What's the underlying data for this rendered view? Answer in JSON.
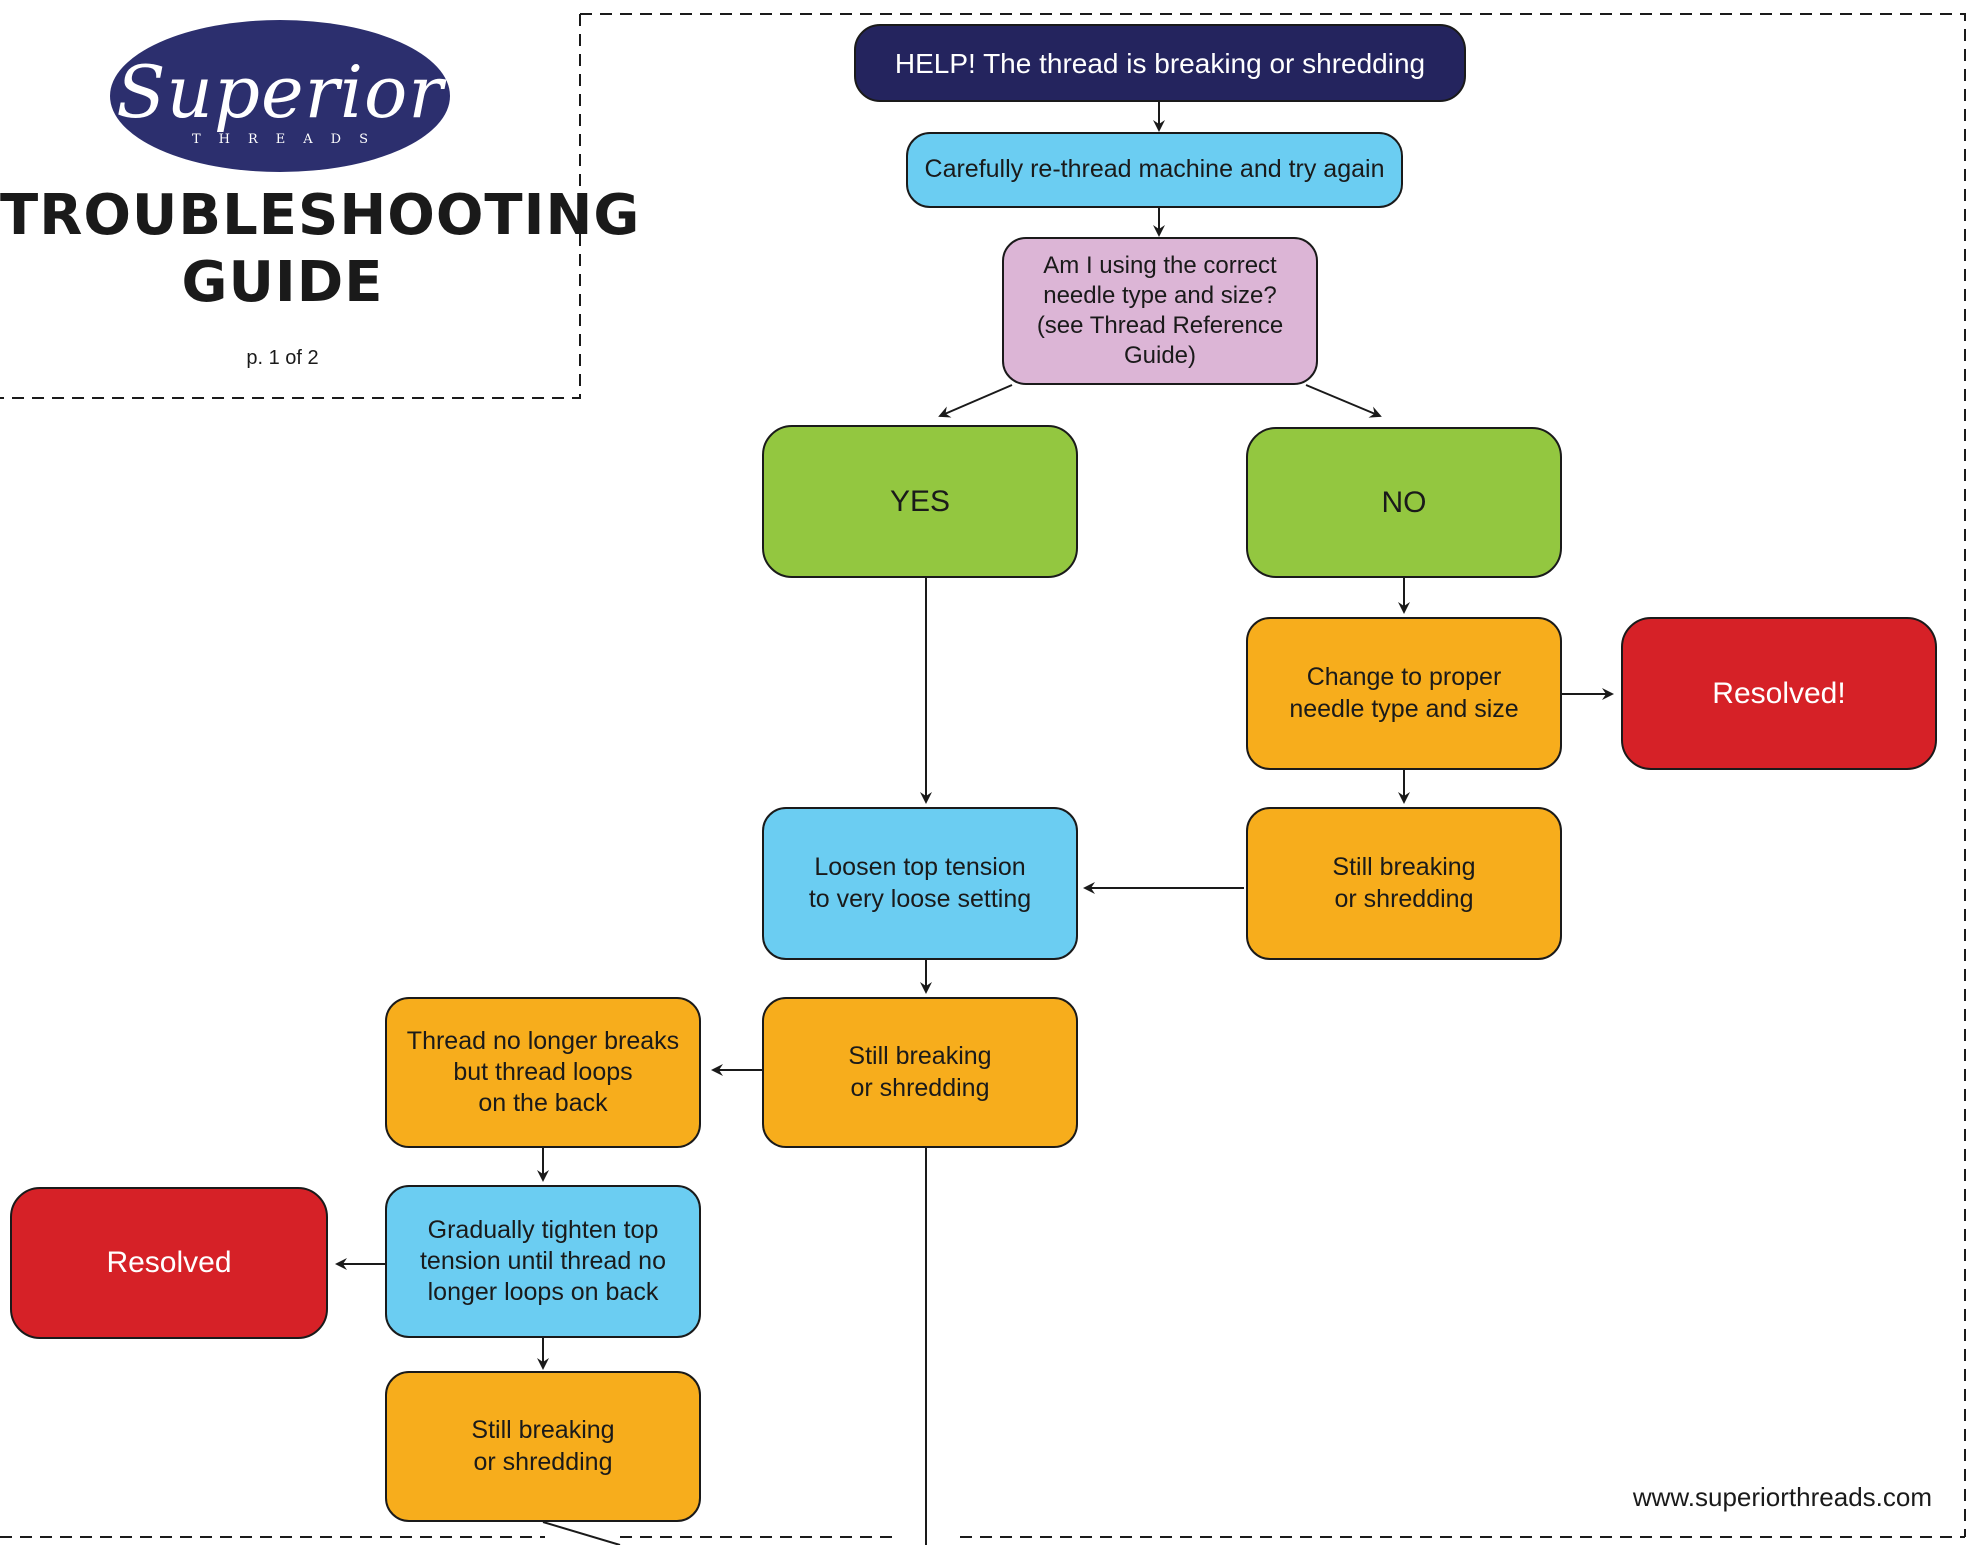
{
  "logo": {
    "wordmark": "Superior",
    "subtext": "THREADS"
  },
  "header": {
    "title": "TROUBLESHOOTING\nGUIDE",
    "page_indicator": "p. 1 of 2"
  },
  "footer": {
    "website": "www.superiorthreads.com"
  },
  "colors": {
    "start": "#24245e",
    "blue_step": "#6bcdf2",
    "decision": "#dcb5d6",
    "answer": "#93c740",
    "orange_step": "#f7ad1c",
    "resolved": "#d62127",
    "logo": "#2c2f6e"
  },
  "flowchart": {
    "nodes": {
      "start": "HELP!  The thread is breaking or shredding",
      "rethread": "Carefully re-thread machine and try again",
      "needle_question": "Am I using the correct\nneedle type and size?\n(see Thread Reference Guide)",
      "yes": "YES",
      "no": "NO",
      "change_needle": "Change to proper\nneedle type and size",
      "resolved_top": "Resolved!",
      "still_breaking_right": "Still breaking\nor shredding",
      "loosen_tension": "Loosen top tension\nto very loose setting",
      "still_breaking_mid": "Still breaking\nor shredding",
      "loops_on_back": "Thread no longer breaks\nbut thread loops\non the back",
      "tighten_tension": "Gradually tighten top\ntension until thread no\nlonger loops on back",
      "resolved_bottom": "Resolved",
      "still_breaking_bottom": "Still breaking\nor shredding"
    }
  }
}
